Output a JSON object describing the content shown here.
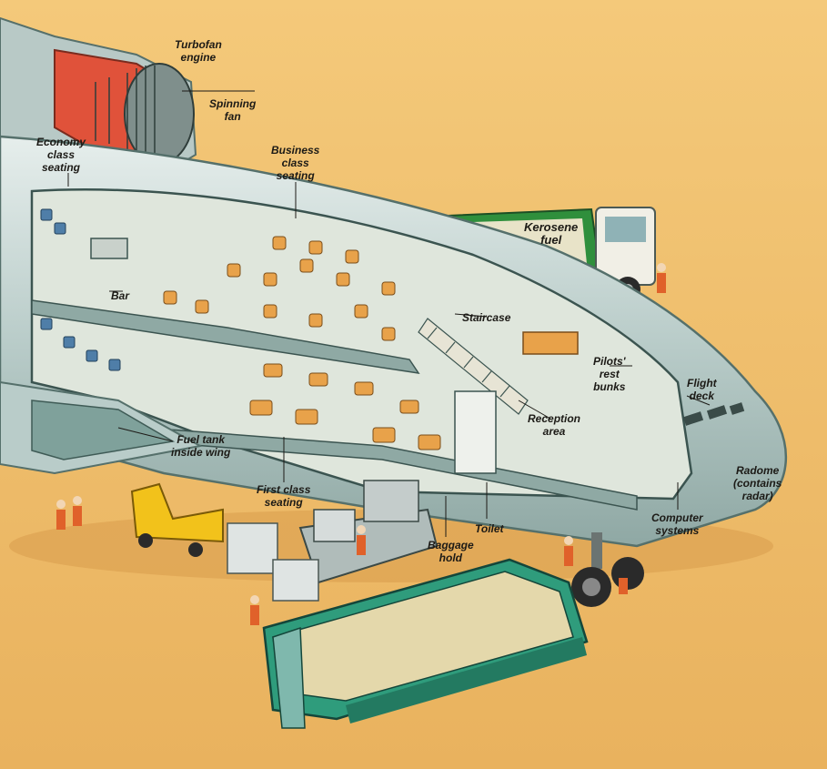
{
  "labels": {
    "turbofan": [
      "Turbofan",
      "engine"
    ],
    "spinning_fan": [
      "Spinning",
      "fan"
    ],
    "economy": [
      "Economy",
      "class",
      "seating"
    ],
    "business": [
      "Business",
      "class",
      "seating"
    ],
    "kerosene": [
      "Kerosene",
      "fuel"
    ],
    "bar": [
      "Bar"
    ],
    "staircase": [
      "Staircase"
    ],
    "pilots_bunks": [
      "Pilots'",
      "rest",
      "bunks"
    ],
    "flight_deck": [
      "Flight",
      "deck"
    ],
    "reception": [
      "Reception",
      "area"
    ],
    "fuel_tank": [
      "Fuel tank",
      "inside wing"
    ],
    "first_class": [
      "First class",
      "seating"
    ],
    "toilet": [
      "Toilet"
    ],
    "baggage": [
      "Baggage",
      "hold"
    ],
    "radome": [
      "Radome",
      "(contains",
      "radar)"
    ],
    "computer": [
      "Computer",
      "systems"
    ]
  },
  "colors": {
    "background": "#f0c072",
    "fuselage": "#c9d8d6",
    "interior": "#dfe6dc",
    "floor": "#8fa9a4",
    "bus": "#2f9c7c",
    "truck": "#2f8f3c",
    "cart": "#f2c21b",
    "seat": "#e8a24a"
  }
}
